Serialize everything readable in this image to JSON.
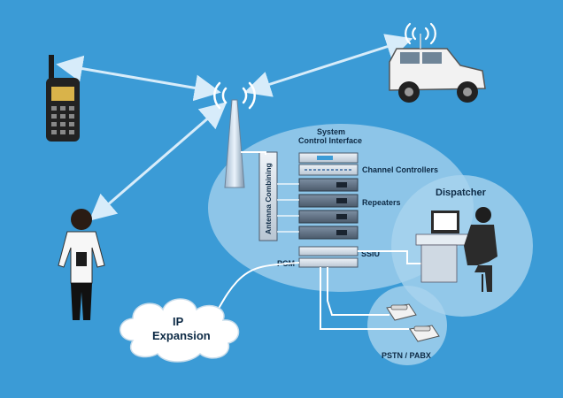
{
  "labels": {
    "system_control_interface_line1": "System",
    "system_control_interface_line2": "Control Interface",
    "channel_controllers": "Channel Controllers",
    "repeaters": "Repeaters",
    "antenna_combining": "Antenna Combining",
    "ssiu": "SSIU",
    "pcm": "PCM",
    "dispatcher": "Dispatcher",
    "ip_expansion_line1": "IP",
    "ip_expansion_line2": "Expansion",
    "pstn_pabx": "PSTN / PABX"
  },
  "icons": {
    "tower": "radio-tower-icon",
    "handheld_radio": "handheld-radio-icon",
    "vehicle": "vehicle-icon",
    "security_guard": "security-guard-icon",
    "dispatcher_workstation": "dispatcher-workstation-icon",
    "telephones": "telephone-icon",
    "cloud": "cloud-icon"
  },
  "colors": {
    "background": "#3b9bd6",
    "ellipse_fill": "#a9d3ee",
    "arrow": "#d7ecfa",
    "rack_dark": "#5e6e80",
    "label": "#0d2a45"
  }
}
